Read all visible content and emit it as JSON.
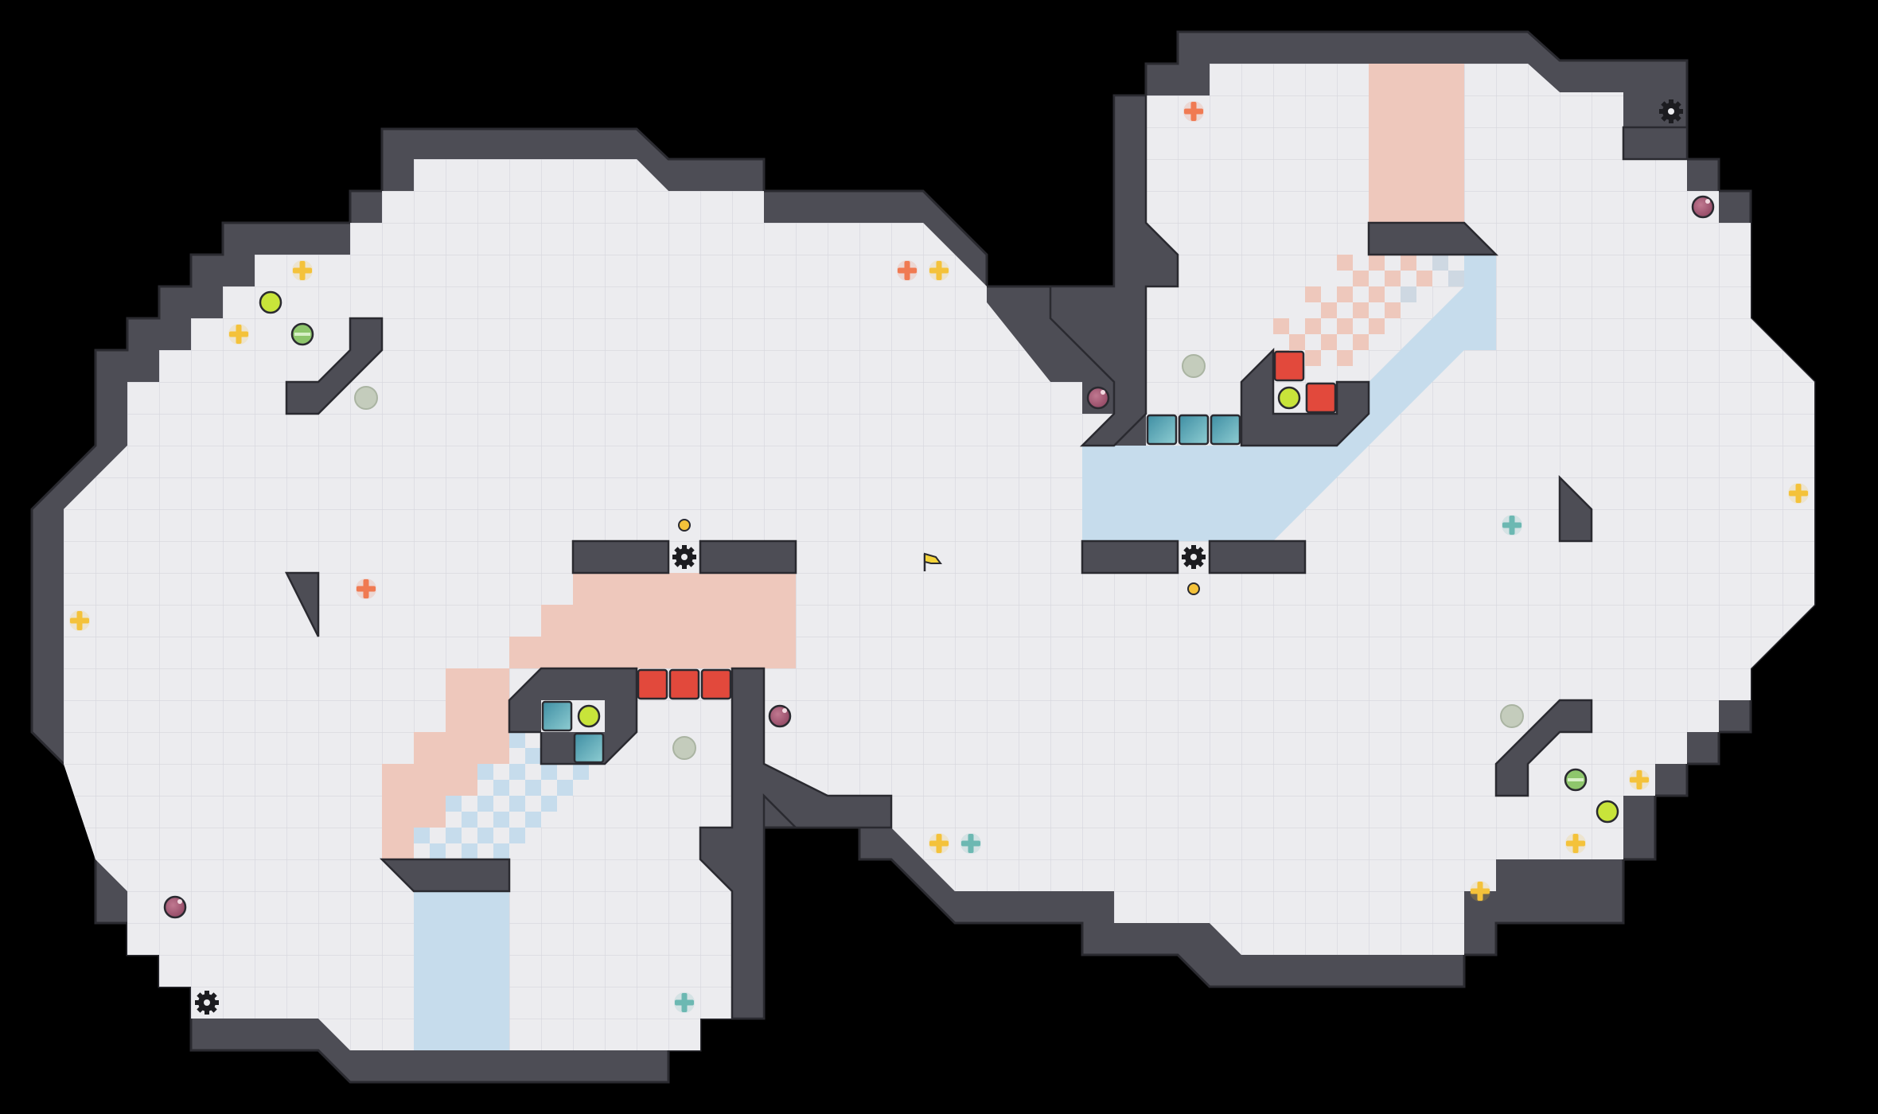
{
  "map": {
    "colors": {
      "background": "#000000",
      "floor": "#ececef",
      "grid": "#d6d6dc",
      "wall": "#4d4d55",
      "wall_edge": "#2a2a30",
      "red_zone": "#eec8bc",
      "blue_zone": "#c6dcec",
      "red_block": "#e2493c",
      "blue_block": "#4d9fb0",
      "lime": "#c8e43a",
      "plum": "#a4546e",
      "orange_plus": "#f07a52",
      "yellow_plus": "#f4c23a",
      "teal_plus": "#6cb8b2",
      "flag": "#f4d43a",
      "ghost": "#c4ccbc"
    }
  },
  "entities": {
    "flag": {
      "name": "flag-icon"
    },
    "pickups": [
      {
        "kind": "yellow-plus"
      },
      {
        "kind": "yellow-plus"
      },
      {
        "kind": "yellow-plus"
      },
      {
        "kind": "orange-plus"
      },
      {
        "kind": "yellow-plus"
      },
      {
        "kind": "orange-plus"
      },
      {
        "kind": "yellow-plus"
      },
      {
        "kind": "teal-plus"
      },
      {
        "kind": "yellow-plus"
      },
      {
        "kind": "teal-plus"
      },
      {
        "kind": "orange-plus"
      },
      {
        "kind": "teal-plus"
      },
      {
        "kind": "yellow-plus"
      },
      {
        "kind": "yellow-plus"
      },
      {
        "kind": "yellow-plus"
      }
    ]
  }
}
